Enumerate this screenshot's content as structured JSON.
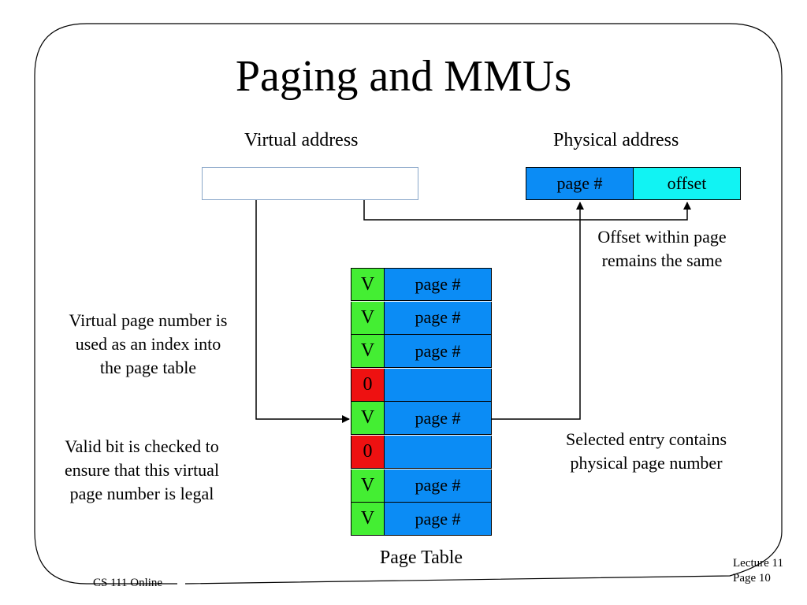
{
  "slide": {
    "title": "Paging and MMUs",
    "footer_left": "CS 111 Online",
    "footer_right_line1": "Lecture 11",
    "footer_right_line2": "Page 10"
  },
  "colors": {
    "valid_green": "#44ee33",
    "invalid_red": "#ee1111",
    "page_blue": "#0b8cf5",
    "offset_cyan": "#11f3f3",
    "virtual_box_border": "#8aa7c9"
  },
  "virtual_address": {
    "label": "Virtual address"
  },
  "physical_address": {
    "label": "Physical address",
    "page_label": "page #",
    "offset_label": "offset"
  },
  "annotations": {
    "offset_note_line1": "Offset within page",
    "offset_note_line2": "remains the same",
    "vpn_note_line1": "Virtual page number is",
    "vpn_note_line2": "used as an index into",
    "vpn_note_line3": "the page table",
    "valid_note_line1": "Valid bit is checked to",
    "valid_note_line2": "ensure that this virtual",
    "valid_note_line3": "page number is legal",
    "selected_note_line1": "Selected entry contains",
    "selected_note_line2": "physical page number"
  },
  "page_table": {
    "label": "Page Table",
    "rows": [
      {
        "valid": "V",
        "page": "page #"
      },
      {
        "valid": "V",
        "page": "page #"
      },
      {
        "valid": "V",
        "page": "page #"
      },
      {
        "valid": "0",
        "page": ""
      },
      {
        "valid": "V",
        "page": "page #"
      },
      {
        "valid": "0",
        "page": ""
      },
      {
        "valid": "V",
        "page": "page #"
      },
      {
        "valid": "V",
        "page": "page #"
      }
    ]
  }
}
